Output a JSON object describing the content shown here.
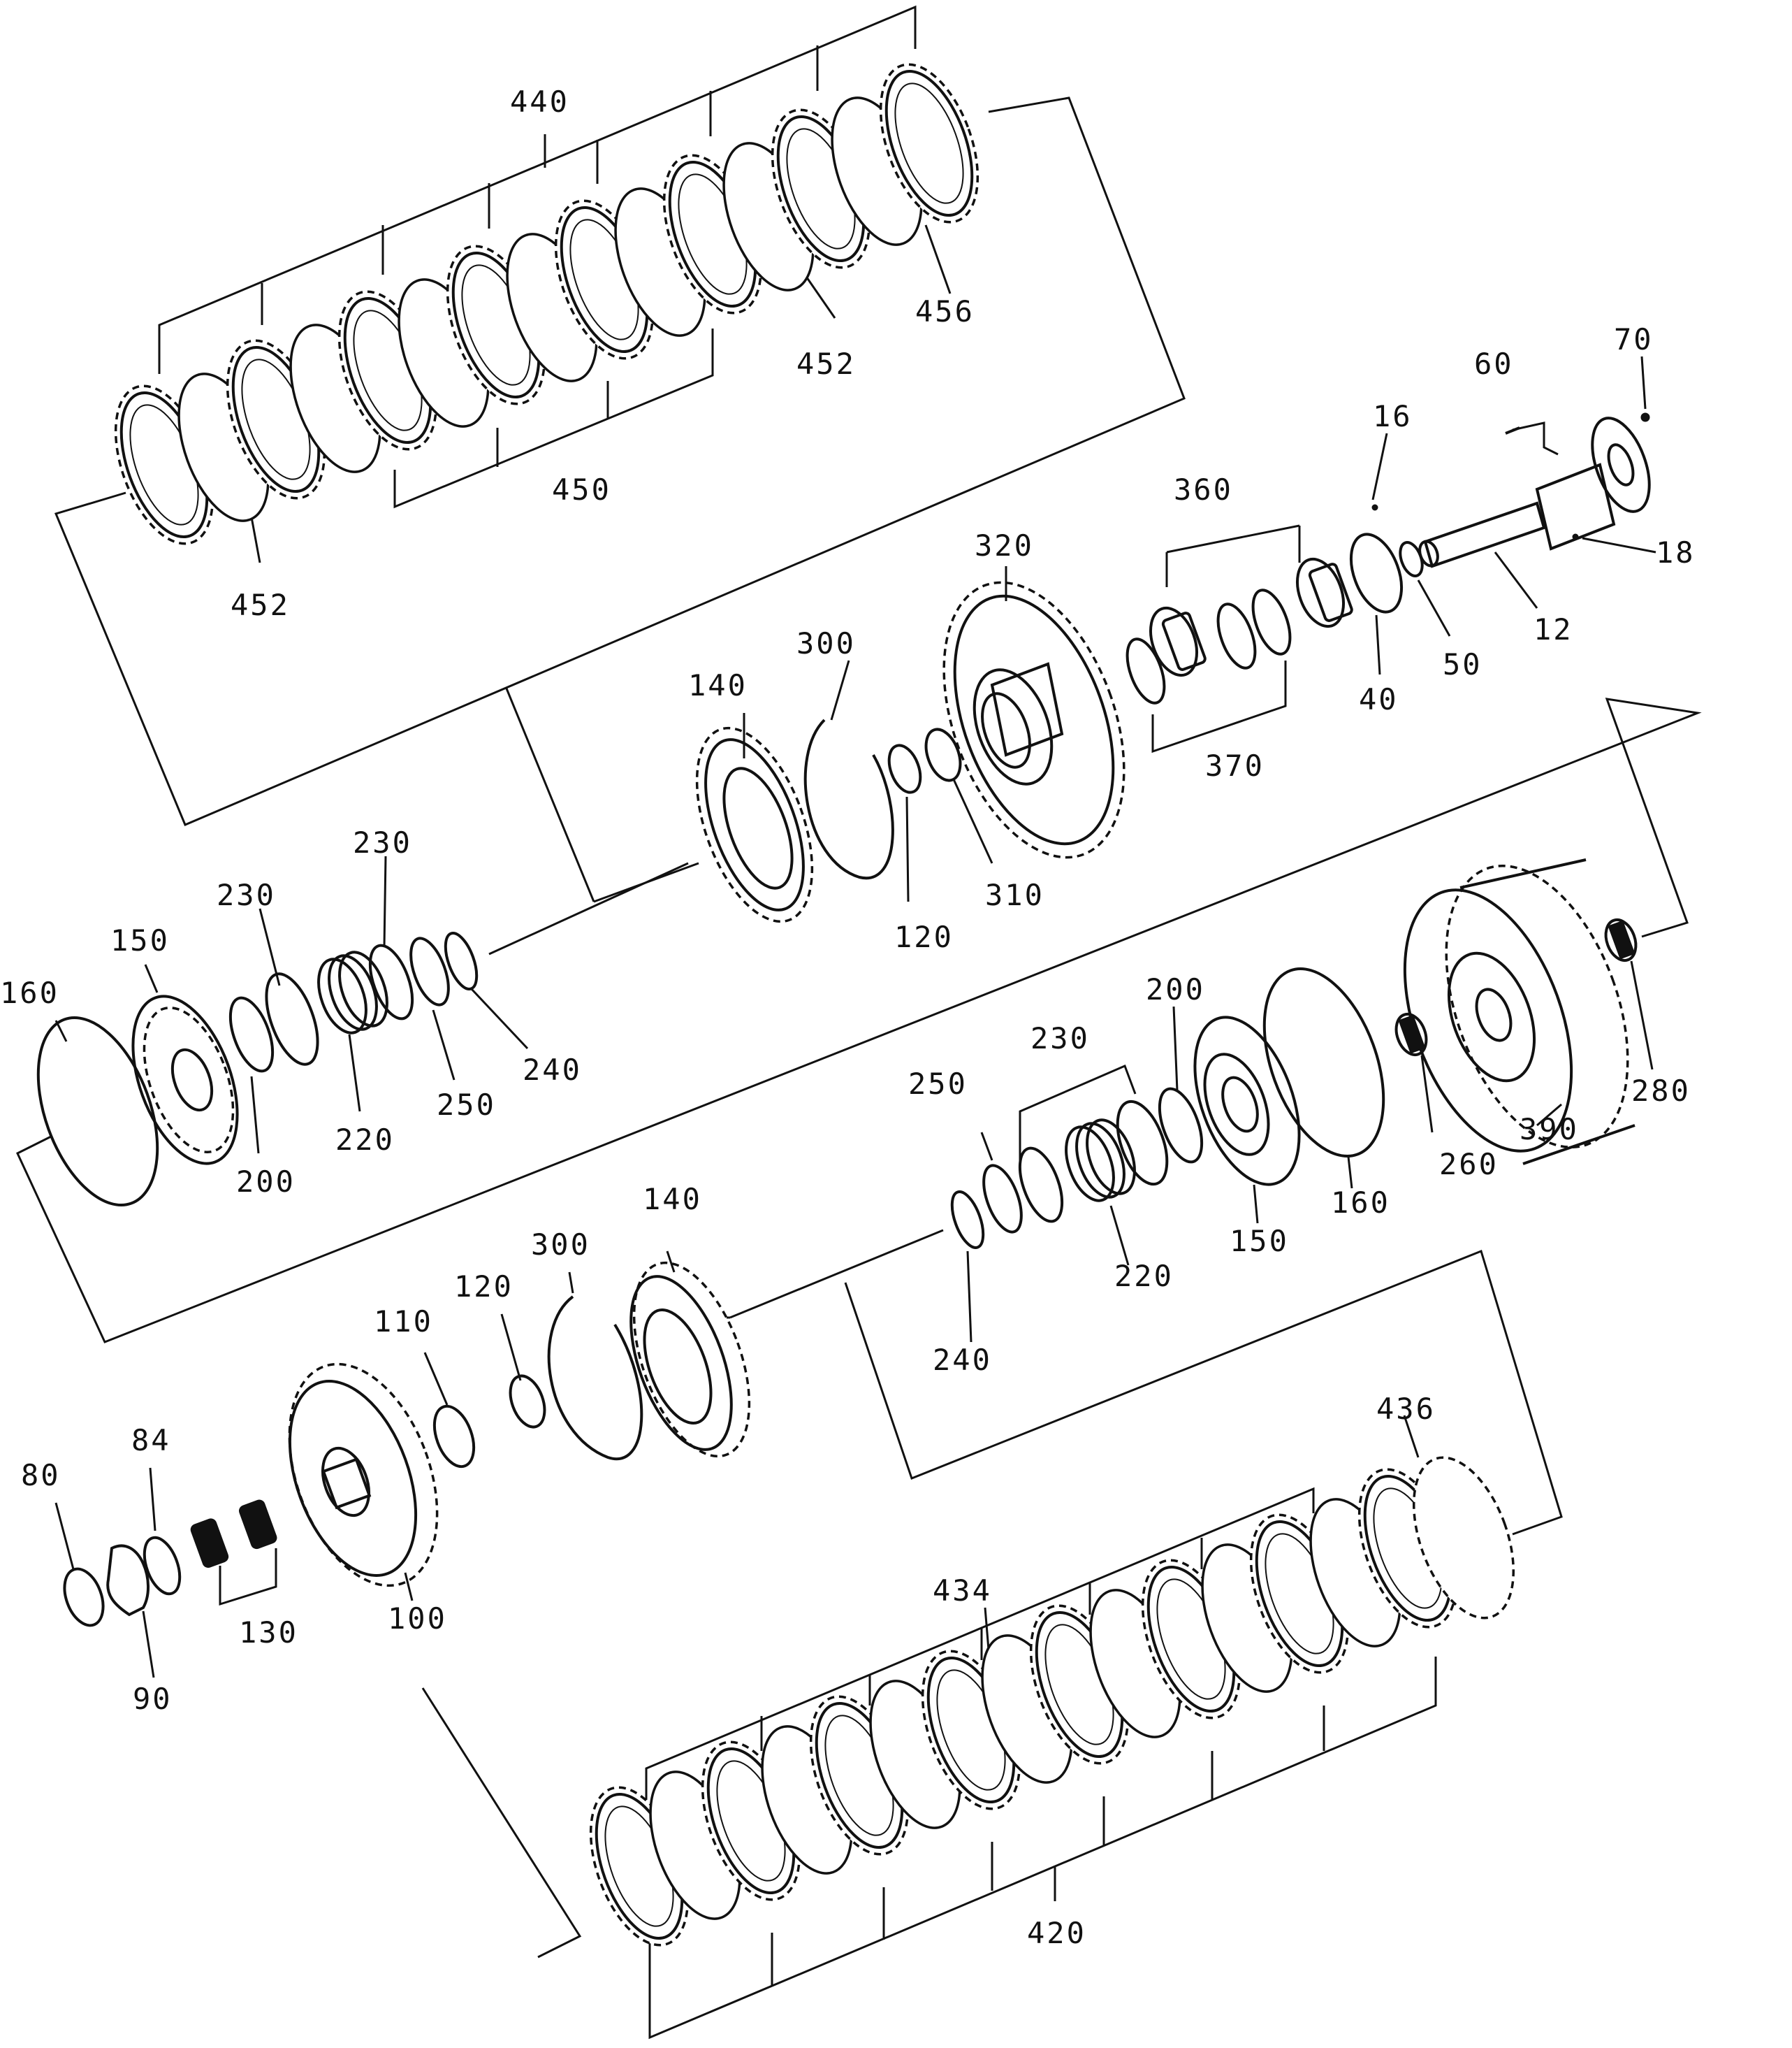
{
  "labels": {
    "l440": "440",
    "l452a": "452",
    "l452b": "452",
    "l456": "456",
    "l450": "450",
    "l70": "70",
    "l60": "60",
    "l16": "16",
    "l18": "18",
    "l12": "12",
    "l50": "50",
    "l40": "40",
    "l360": "360",
    "l370": "370",
    "l320": "320",
    "l300a": "300",
    "l140a": "140",
    "l120a": "120",
    "l310": "310",
    "l230a": "230",
    "l230b": "230",
    "l150a": "150",
    "l160a": "160",
    "l200a": "200",
    "l220a": "220",
    "l250a": "250",
    "l240a": "240",
    "l280": "280",
    "l260": "260",
    "l390": "390",
    "l200b": "200",
    "l230c": "230",
    "l250b": "250",
    "l220b": "220",
    "l150b": "150",
    "l160b": "160",
    "l240b": "240",
    "l140b": "140",
    "l300b": "300",
    "l120b": "120",
    "l110": "110",
    "l84": "84",
    "l80": "80",
    "l90": "90",
    "l130": "130",
    "l100": "100",
    "l436": "436",
    "l434": "434",
    "l420": "420"
  }
}
